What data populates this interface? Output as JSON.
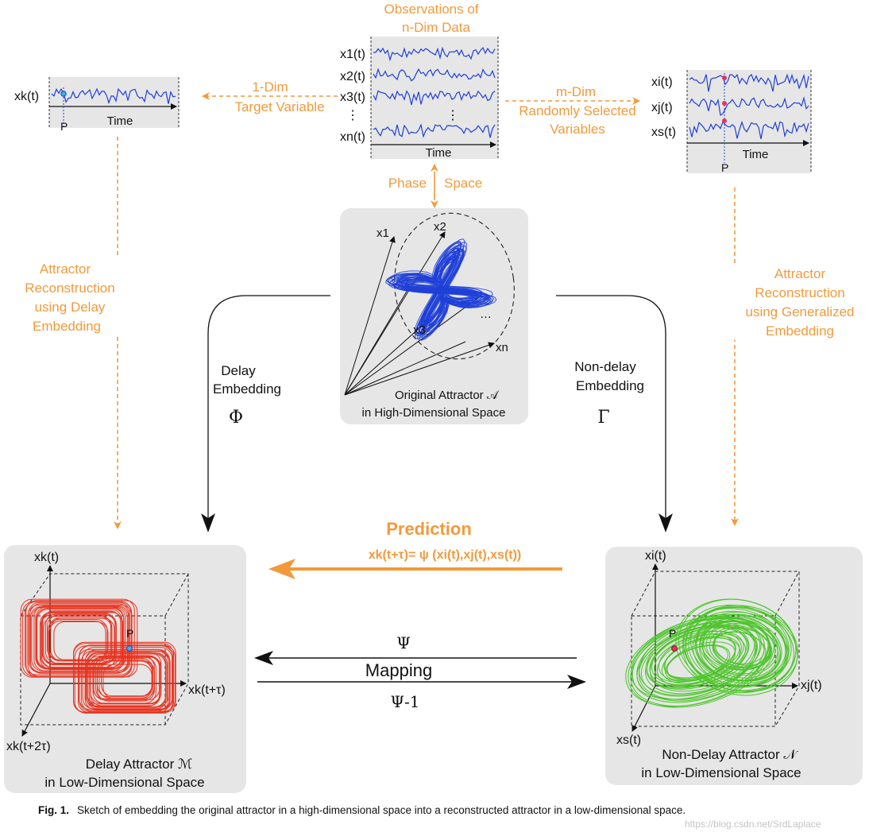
{
  "colors": {
    "accent": "#f29a3b",
    "series_blue": "#1f3fd8",
    "delay_red": "#e8321f",
    "nondelay_green": "#4cc52a",
    "panel_gray": "#e6e6e6"
  },
  "top": {
    "obs_title_1": "Observations of",
    "obs_title_2": "n-Dim Data",
    "obs_rows": [
      "x1(t)",
      "x2(t)",
      "x3(t)",
      "⋮",
      "xn(t)"
    ],
    "obs_time": "Time",
    "target_label_1": "1-Dim",
    "target_label_2": "Target Variable",
    "target_row": "xk(t)",
    "target_time": "Time",
    "target_point": "P",
    "mdim_label_1": "m-Dim",
    "mdim_label_2": "Randomly Selected",
    "mdim_label_3": "Variables",
    "mdim_rows": [
      "xi(t)",
      "xj(t)",
      "xs(t)"
    ],
    "mdim_time": "Time",
    "mdim_point": "P",
    "phase_space_1": "Phase",
    "phase_space_2": "Space"
  },
  "middle": {
    "left_recon": [
      "Attractor",
      "Reconstruction",
      "using Delay",
      "Embedding"
    ],
    "right_recon": [
      "Attractor",
      "Reconstruction",
      "using Generalized",
      "Embedding"
    ],
    "delay_embedding": [
      "Delay",
      "Embedding"
    ],
    "delay_symbol": "Φ",
    "nondelay_embedding": [
      "Non-delay",
      "Embedding"
    ],
    "nondelay_symbol": "Γ",
    "original_axes": [
      "x1",
      "x2",
      "x3",
      "xn",
      "…"
    ],
    "original_caption_1": "Original Attractor 𝒜",
    "original_caption_2": "in High-Dimensional Space"
  },
  "bottom": {
    "prediction_title": "Prediction",
    "prediction_formula": "xk(t+τ)= ψ (xi(t),xj(t),xs(t))",
    "psi": "Ψ",
    "mapping": "Mapping",
    "psi_inv": "Ψ-1",
    "delay_axes": [
      "xk(t)",
      "xk(t+τ)",
      "xk(t+2τ)"
    ],
    "delay_point": "P",
    "delay_caption_1": "Delay Attractor ℳ",
    "delay_caption_2": "in Low-Dimensional  Space",
    "nondelay_axes": [
      "xi(t)",
      "xj(t)",
      "xs(t)"
    ],
    "nondelay_point": "P",
    "nondelay_caption_1": "Non-Delay Attractor 𝒩",
    "nondelay_caption_2": "in Low-Dimensional  Space"
  },
  "caption": {
    "fig": "Fig. 1.",
    "text": "Sketch of embedding the original attractor in a high-dimensional space into a reconstructed attractor in a low-dimensional space."
  },
  "watermark": "https://blog.csdn.net/SrdLaplace"
}
